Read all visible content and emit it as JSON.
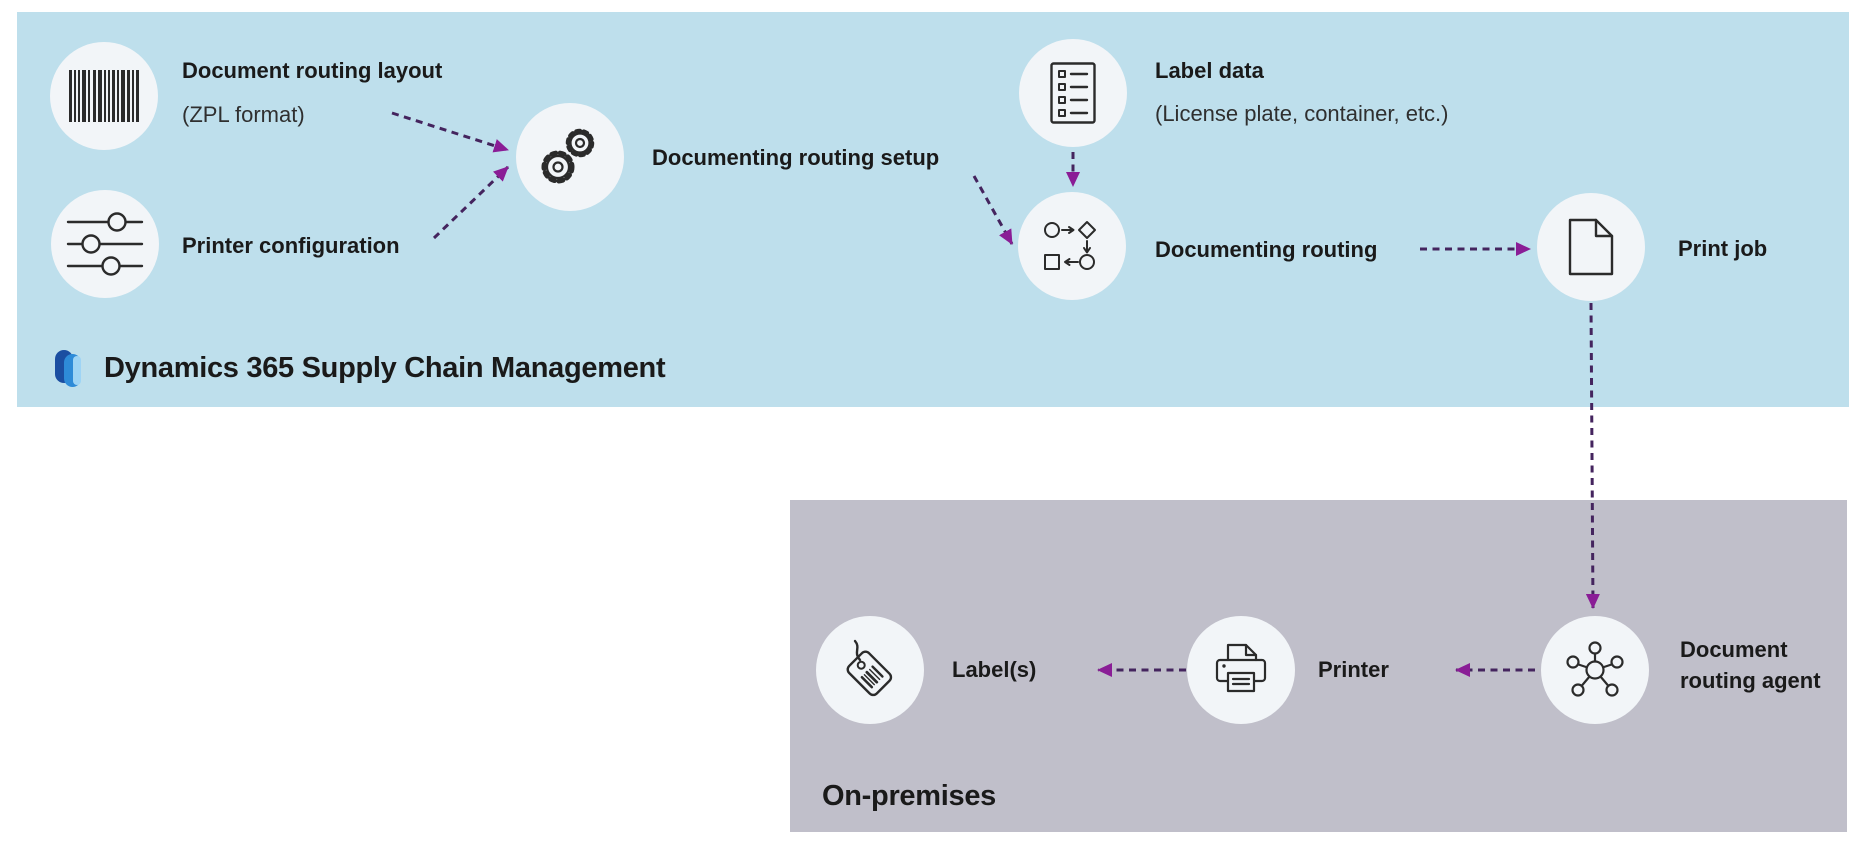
{
  "regions": {
    "cloud": {
      "title": "Dynamics 365 Supply Chain Management"
    },
    "onprem": {
      "title": "On-premises"
    }
  },
  "nodes": {
    "document_routing_layout": {
      "label": "Document routing layout",
      "sublabel": "(ZPL format)",
      "icon": "barcode-icon"
    },
    "printer_configuration": {
      "label": "Printer configuration",
      "icon": "sliders-icon"
    },
    "document_routing_setup": {
      "label": "Documenting routing setup",
      "icon": "gears-icon"
    },
    "label_data": {
      "label": "Label data",
      "sublabel": "(License plate, container, etc.)",
      "icon": "form-icon"
    },
    "document_routing": {
      "label": "Documenting routing",
      "icon": "flowchart-icon"
    },
    "print_job": {
      "label": "Print job",
      "icon": "document-icon"
    },
    "labels": {
      "label": "Label(s)",
      "icon": "tag-icon"
    },
    "printer": {
      "label": "Printer",
      "icon": "printer-icon"
    },
    "document_routing_agent": {
      "label": "Document routing agent",
      "icon": "network-icon"
    }
  },
  "colors": {
    "cloud_bg": "#BEDFEC",
    "onprem_bg": "#C0BFCA",
    "node_bg": "#F2F5F8",
    "icon_stroke": "#2B2B2B",
    "text": "#1A1A1A",
    "arrow_dash": "#44245E",
    "arrow_head": "#8A1D96",
    "logo_dark": "#1B4EA1",
    "logo_mid": "#2E8BD8",
    "logo_light": "#9ED4F5"
  }
}
